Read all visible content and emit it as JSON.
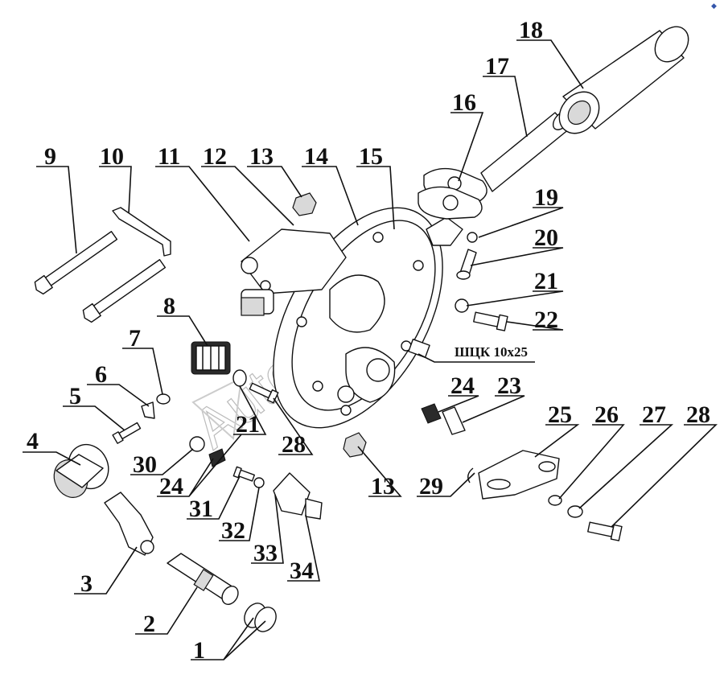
{
  "callouts": [
    {
      "label": "1"
    },
    {
      "label": "2"
    },
    {
      "label": "3"
    },
    {
      "label": "4"
    },
    {
      "label": "5"
    },
    {
      "label": "6"
    },
    {
      "label": "7"
    },
    {
      "label": "8"
    },
    {
      "label": "9"
    },
    {
      "label": "10"
    },
    {
      "label": "11"
    },
    {
      "label": "12"
    },
    {
      "label": "13"
    },
    {
      "label": "14"
    },
    {
      "label": "15"
    },
    {
      "label": "16"
    },
    {
      "label": "17"
    },
    {
      "label": "18"
    },
    {
      "label": "19"
    },
    {
      "label": "20"
    },
    {
      "label": "21"
    },
    {
      "label": "22"
    },
    {
      "label": "23"
    },
    {
      "label": "24"
    },
    {
      "label": "25"
    },
    {
      "label": "26"
    },
    {
      "label": "27"
    },
    {
      "label": "28"
    },
    {
      "label": "29"
    },
    {
      "label": "30"
    },
    {
      "label": "24"
    },
    {
      "label": "31"
    },
    {
      "label": "32"
    },
    {
      "label": "33"
    },
    {
      "label": "34"
    },
    {
      "label": "21"
    },
    {
      "label": "28"
    },
    {
      "label": "13"
    }
  ],
  "note": "ШЦК 10x25",
  "watermark": "AutoSoft"
}
